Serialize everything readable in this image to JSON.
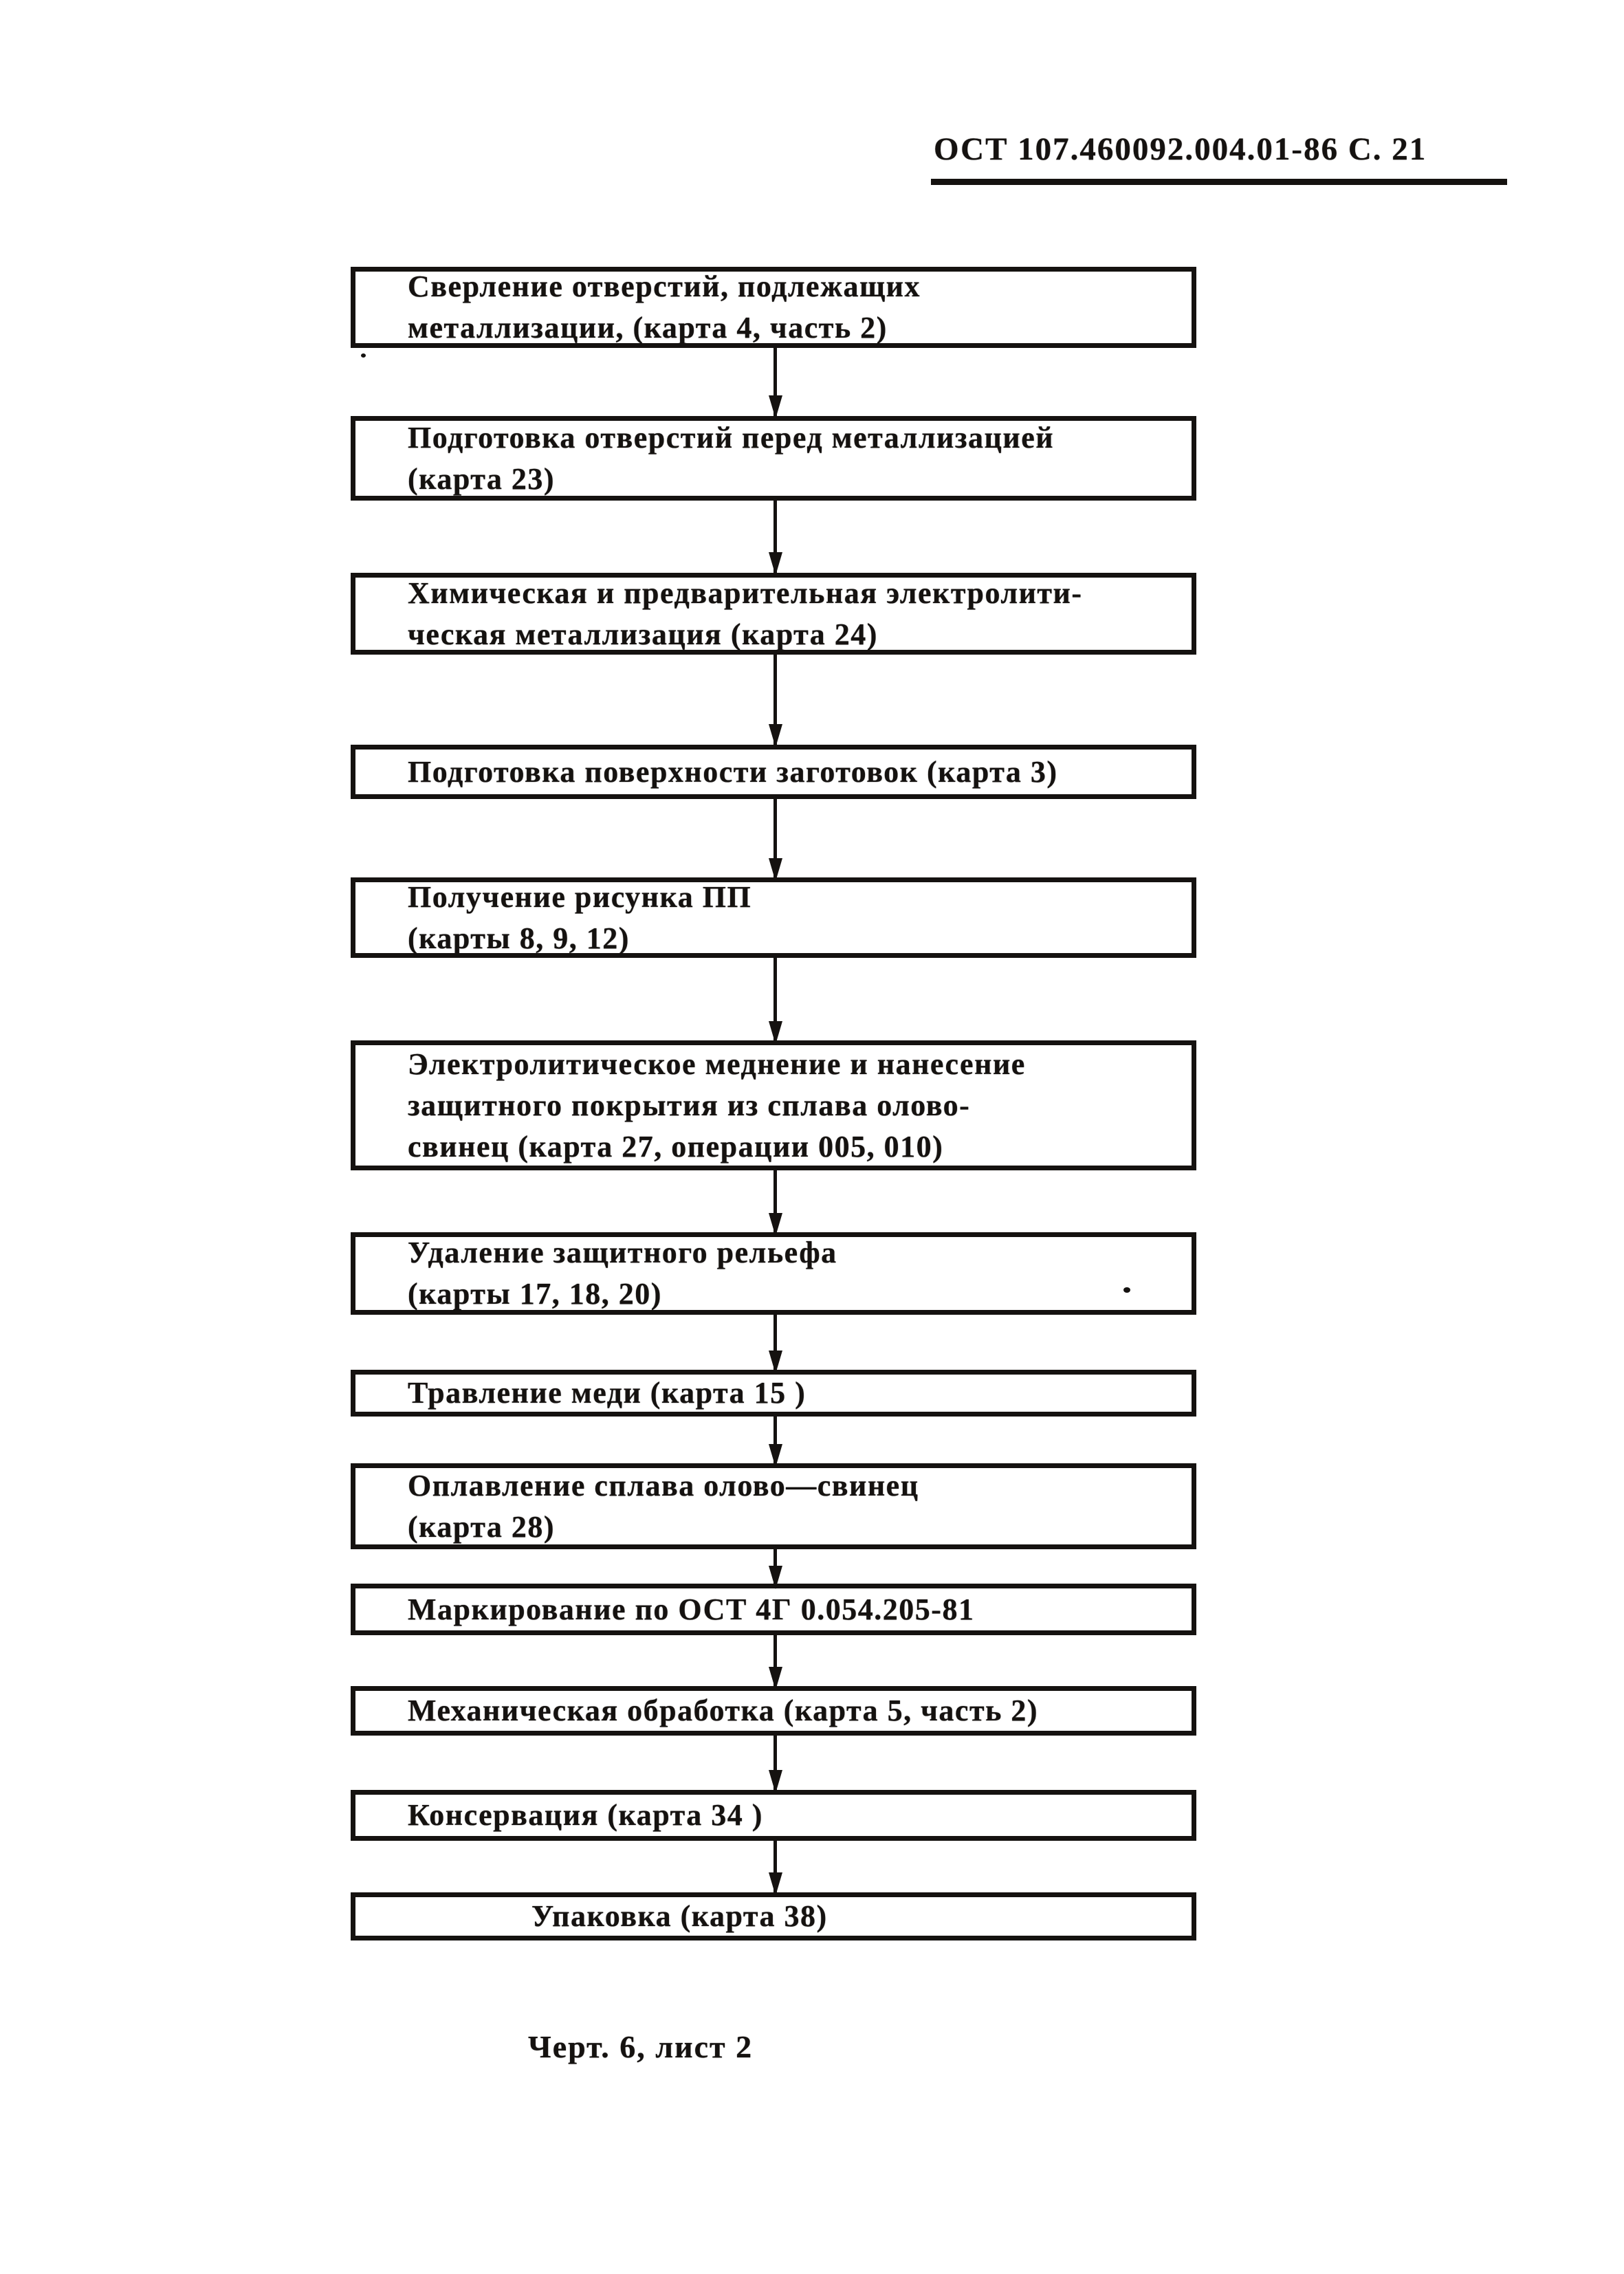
{
  "page": {
    "header": "ОСТ 107.460092.004.01-86 С. 21",
    "caption": "Черт. 6, лист 2",
    "ink_color": "#151210",
    "paper_color": "#ffffff"
  },
  "flow": {
    "steps": [
      {
        "lines": [
          "Сверление отверстий, подлежащих",
          "металлизации, (карта 4, часть 2)"
        ]
      },
      {
        "lines": [
          "Подготовка отверстий перед металлизацией",
          "(карта 23)"
        ]
      },
      {
        "lines": [
          "Химическая и предварительная электролити-",
          "ческая металлизация (карта 24)"
        ]
      },
      {
        "lines": [
          "Подготовка поверхности заготовок (карта 3)"
        ]
      },
      {
        "lines": [
          "Получение рисунка ПП",
          "(карты 8, 9, 12)"
        ]
      },
      {
        "lines": [
          "Электролитическое меднение и нанесение",
          "защитного покрытия из сплава олово-",
          "свинец (карта 27, операции 005, 010)"
        ]
      },
      {
        "lines": [
          "Удаление защитного рельефа",
          "(карты 17, 18, 20)"
        ]
      },
      {
        "lines": [
          "Травление меди (карта 15 )"
        ]
      },
      {
        "lines": [
          "Оплавление сплава олово—свинец",
          "(карта 28)"
        ]
      },
      {
        "lines": [
          "Маркирование по ОСТ 4Г 0.054.205-81"
        ]
      },
      {
        "lines": [
          "Механическая обработка (карта 5, часть 2)"
        ]
      },
      {
        "lines": [
          "Консервация (карта 34 )"
        ]
      },
      {
        "lines": [
          "Упаковка (карта 38)"
        ]
      }
    ]
  }
}
